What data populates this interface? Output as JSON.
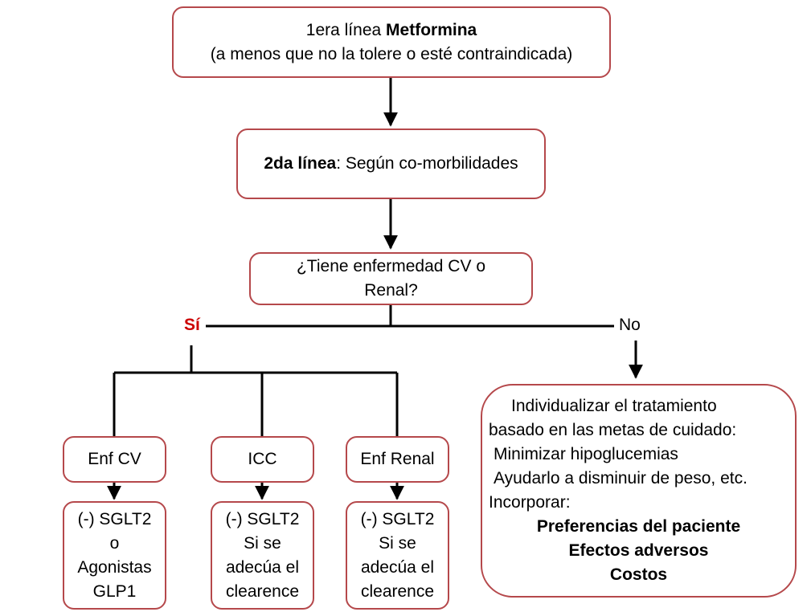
{
  "top": {
    "prefix": "1era línea ",
    "drug": "Metformina",
    "note": "(a menos que no la tolere o esté contraindicada)"
  },
  "second": {
    "label": "2da línea",
    "text": ": Según co-morbilidades"
  },
  "question": {
    "line1": "¿Tiene enfermedad CV o",
    "line2": "Renal?"
  },
  "yes_label": "Sí",
  "no_label": "No",
  "branches": [
    {
      "title": "Enf CV",
      "detail": [
        "(-) SGLT2",
        "o",
        "Agonistas",
        "GLP1"
      ]
    },
    {
      "title": "ICC",
      "detail": [
        "(-) SGLT2",
        "Si se",
        "adecúa el",
        "clearence"
      ]
    },
    {
      "title": "Enf Renal",
      "detail": [
        "(-) SGLT2",
        "Si se",
        "adecúa el",
        "clearence"
      ]
    }
  ],
  "no_box": {
    "lines": [
      "Individualizar el tratamiento",
      "basado en las metas de cuidado:",
      "Minimizar hipoglucemias",
      "Ayudarlo a disminuir de peso, etc.",
      "Incorporar:"
    ],
    "bold_lines": [
      "Preferencias del paciente",
      "Efectos adversos",
      "Costos"
    ]
  },
  "colors": {
    "border": "#b5484b",
    "yes": "#cc0000",
    "connector": "#000000"
  }
}
